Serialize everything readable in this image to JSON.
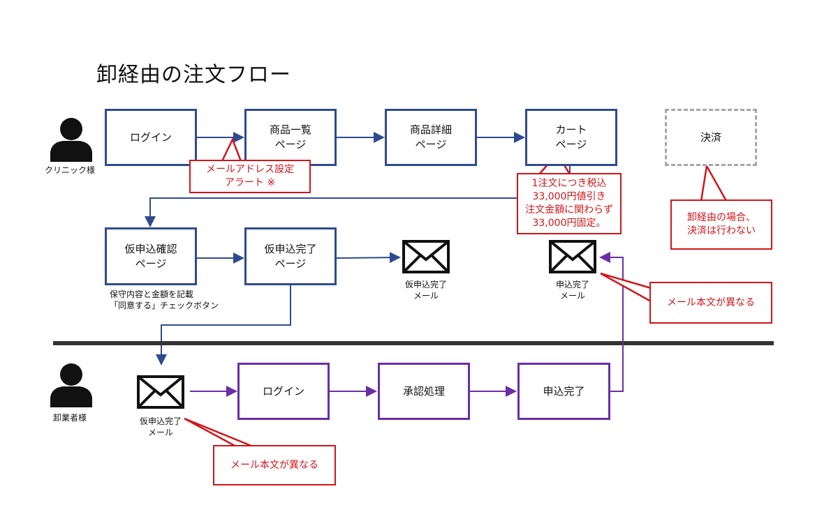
{
  "title": "卸経由の注文フロー",
  "actors": {
    "clinic": "クリニック様",
    "wholesaler": "卸業者様"
  },
  "clinic_flow": {
    "login": "ログイン",
    "product_list": "商品一覧\nページ",
    "product_detail": "商品詳細\nページ",
    "cart": "カート\nページ",
    "payment": "決済",
    "pre_confirm": "仮申込確認\nページ",
    "pre_complete": "仮申込完了\nページ"
  },
  "mail_labels": {
    "pre_complete_mail": "仮申込完了\nメール",
    "complete_mail": "申込完了\nメール",
    "wholesaler_mail": "仮申込完了\nメール"
  },
  "confirm_note": "保守内容と金額を記載\n「同意する」チェックボタン",
  "wholesaler_flow": {
    "login": "ログイン",
    "approval": "承認処理",
    "complete": "申込完了"
  },
  "callouts": {
    "email_alert": "メールアドレス設定\nアラート ※",
    "discount": "1注文につき税込\n33,000円値引き\n注文金額に関わらず\n33,000円固定。",
    "no_payment": "卸経由の場合、\n決済は行わない",
    "mail_body_diff_top": "メール本文が異なる",
    "mail_body_diff_bottom": "メール本文が異なる"
  },
  "colors": {
    "blue": "#2f4b8f",
    "purple": "#6a2ea6",
    "red": "#d1151a",
    "gray": "#a6a6a6",
    "divider": "#333333"
  },
  "icons": [
    "person-icon",
    "mail-icon"
  ]
}
